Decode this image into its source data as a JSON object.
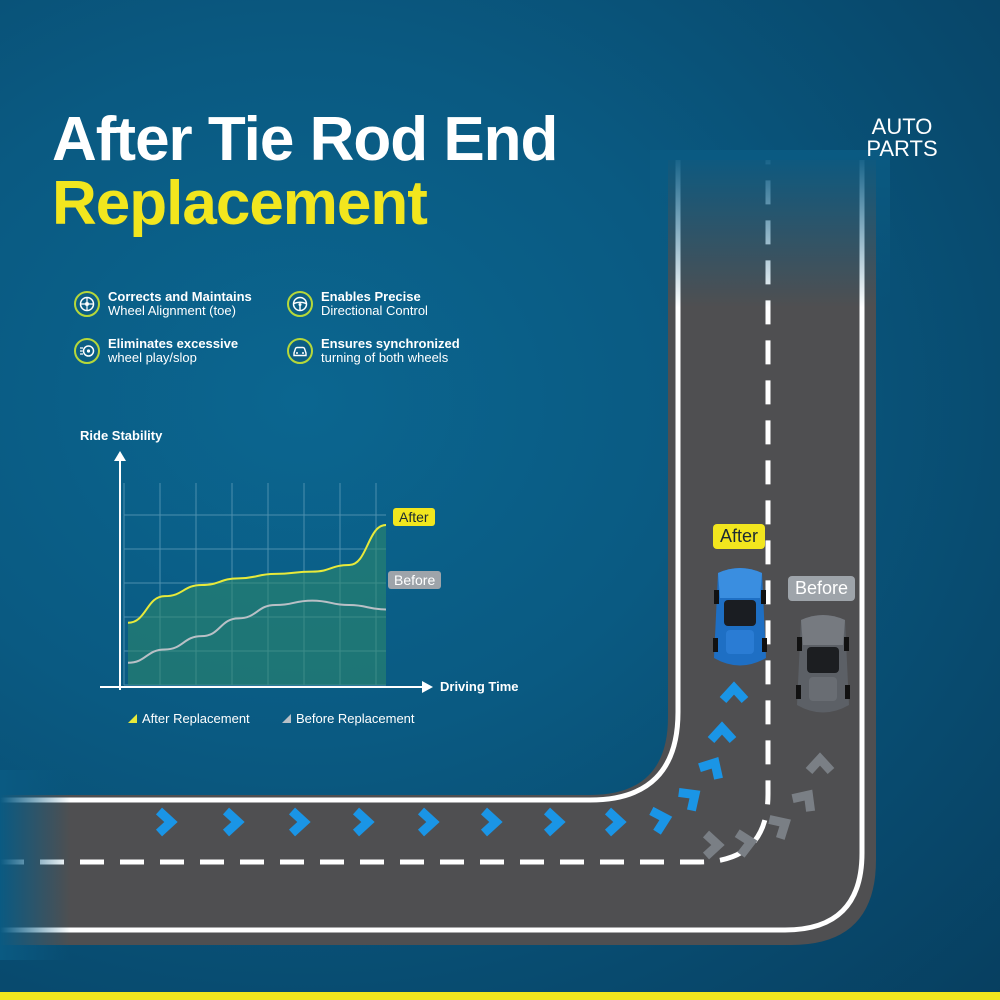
{
  "title": {
    "line1": "After Tie Rod End",
    "line2": "Replacement"
  },
  "brand": {
    "line1": "AUTO",
    "line2": "PARTS"
  },
  "features": [
    {
      "icon": "wheel-icon",
      "bold": "Corrects and Maintains",
      "text": "Wheel Alignment (toe)"
    },
    {
      "icon": "steering-wheel-icon",
      "bold": "Enables Precise",
      "text": "Directional Control"
    },
    {
      "icon": "speed-wheel-icon",
      "bold": "Eliminates excessive",
      "text": "wheel play/slop"
    },
    {
      "icon": "car-icon",
      "bold": "Ensures synchronized",
      "text": "turning of both wheels"
    }
  ],
  "chart_data": {
    "type": "area",
    "ylabel": "Ride Stability",
    "xlabel": "Driving Time",
    "series": [
      {
        "name": "After",
        "values": [
          0.28,
          0.4,
          0.45,
          0.48,
          0.5,
          0.51,
          0.54,
          0.72
        ]
      },
      {
        "name": "Before",
        "values": [
          0.1,
          0.16,
          0.22,
          0.3,
          0.36,
          0.38,
          0.36,
          0.34
        ]
      }
    ],
    "legend": [
      "After Replacement",
      "Before Replacement"
    ],
    "grid": true,
    "colors": {
      "after": "#e8ea3a",
      "before": "#b9c0c6",
      "fill": "#2f8a6a"
    }
  },
  "road_labels": {
    "after": "After",
    "before": "Before"
  },
  "colors": {
    "accent": "#f2e61e",
    "background": "#0a5a82",
    "road": "#4f4f51",
    "arrows_after": "#1a95e6",
    "arrows_before": "#7a7f85"
  }
}
